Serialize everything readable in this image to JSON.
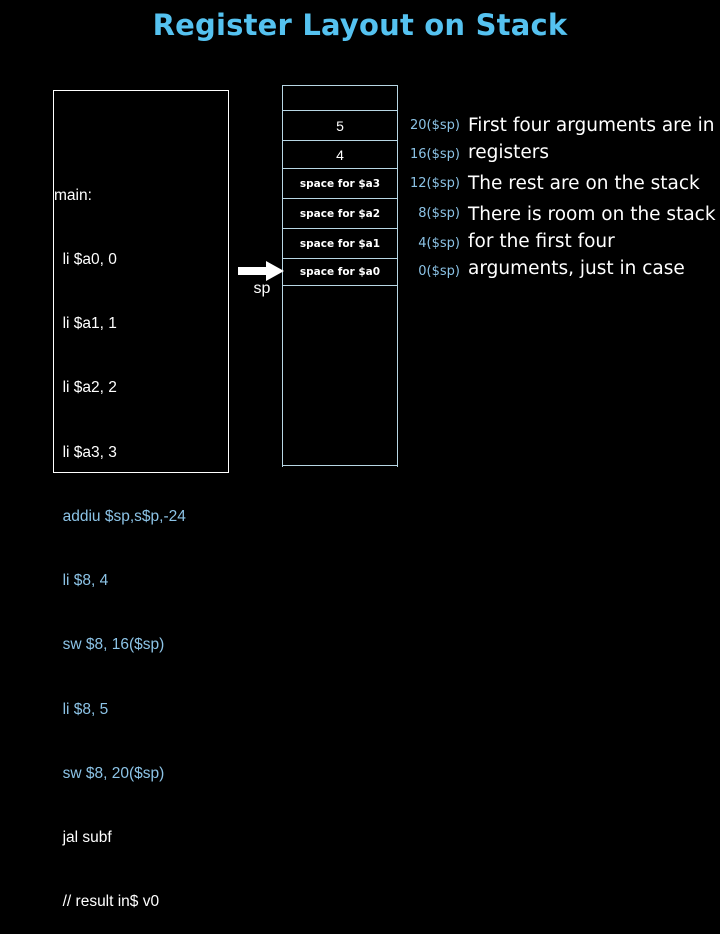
{
  "slide": {
    "title": "Register Layout on Stack",
    "title_color": "#55c2f0",
    "background_color": "#000000"
  },
  "code_box": {
    "border_color": "#ffffff",
    "text_color_white": "#ffffff",
    "text_color_blue": "#8cc3e6",
    "lines": [
      {
        "text": "main:",
        "color": "white"
      },
      {
        "text": "  li $a0, 0",
        "color": "white"
      },
      {
        "text": "  li $a1, 1",
        "color": "white"
      },
      {
        "text": "  li $a2, 2",
        "color": "white"
      },
      {
        "text": "  li $a3, 3",
        "color": "white"
      },
      {
        "text": "  addiu $sp,s$p,-24",
        "color": "blue"
      },
      {
        "text": "  li $8, 4",
        "color": "blue"
      },
      {
        "text": "  sw $8, 16($sp)",
        "color": "blue"
      },
      {
        "text": "  li $8, 5",
        "color": "blue"
      },
      {
        "text": "  sw $8, 20($sp)",
        "color": "blue"
      },
      {
        "text": "  jal subf",
        "color": "white"
      },
      {
        "text": "  // result in$ v0",
        "color": "white"
      }
    ]
  },
  "stack": {
    "border_color": "#b7d6e4",
    "cell_text_color": "#ffffff",
    "offset_color": "#8cc3e6",
    "cells": [
      {
        "label": "",
        "offset": ""
      },
      {
        "label": "5",
        "offset": "20($sp)"
      },
      {
        "label": "4",
        "offset": "16($sp)"
      },
      {
        "label": "space for $a3",
        "offset": "12($sp)"
      },
      {
        "label": "space for $a2",
        "offset": "8($sp)"
      },
      {
        "label": "space for $a1",
        "offset": "4($sp)"
      },
      {
        "label": "space for $a0",
        "offset": "0($sp)"
      },
      {
        "label": "",
        "offset": ""
      }
    ]
  },
  "sp_pointer": {
    "label": "sp",
    "icon": "arrow-right-icon",
    "color": "#ffffff"
  },
  "notes": [
    "First four arguments are in registers",
    "The rest are on the stack",
    "There is room on the stack for the first four arguments, just in case"
  ]
}
